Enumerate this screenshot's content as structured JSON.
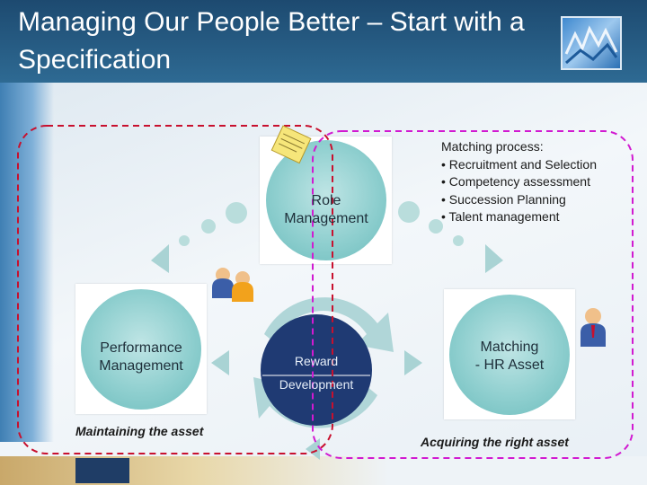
{
  "title": "Managing Our People Better – Start with a Specification",
  "title_line1": "Managing Our People Better – Start with a",
  "title_line2": "Specification",
  "nodes": {
    "role": "Role Management",
    "role_line1": "Role",
    "role_line2": "Management",
    "performance_line1": "Performance",
    "performance_line2": "Management",
    "matching_line1": "Matching",
    "matching_line2": "- HR Asset",
    "reward": "Reward",
    "development": "Development"
  },
  "matching_process": {
    "heading": "Matching process:",
    "items": [
      "• Recruitment and Selection",
      "• Competency assessment",
      "• Succession Planning",
      "• Talent management"
    ]
  },
  "captions": {
    "maintaining": "Maintaining the asset",
    "acquiring": "Acquiring the right asset"
  },
  "colors": {
    "title_bg": "#2a5f88",
    "circle": "#8fcfcf",
    "center_circle": "#1f3a73",
    "left_loop": "#c8102e",
    "right_loop": "#d11ad1"
  },
  "icons": [
    "logo",
    "notepad-icon",
    "two-people-icon",
    "person-icon"
  ]
}
